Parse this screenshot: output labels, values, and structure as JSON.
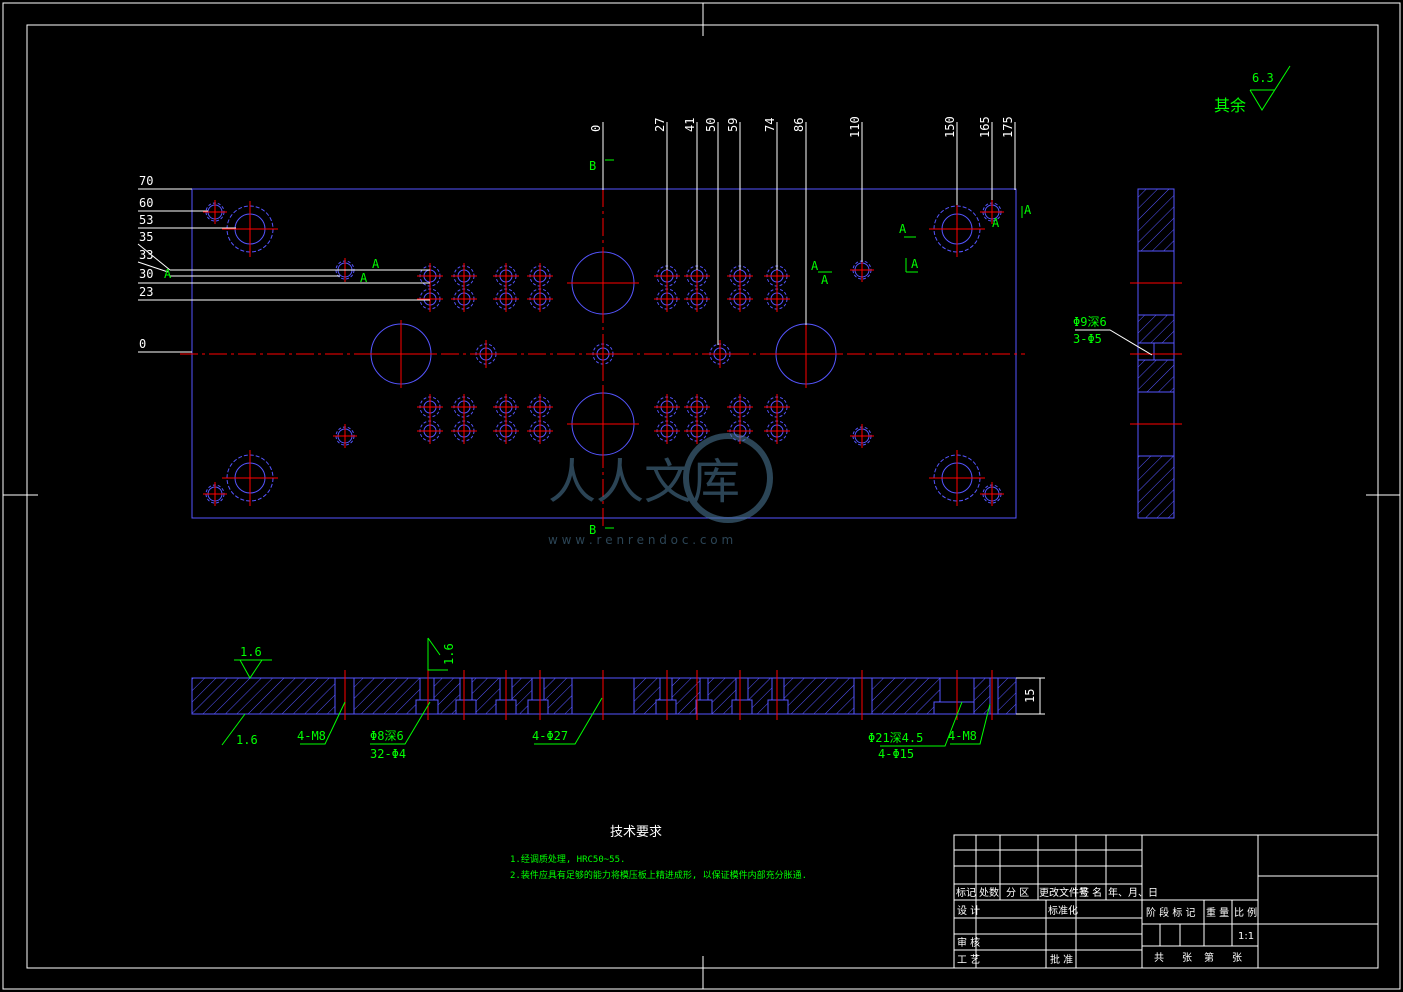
{
  "roughness": {
    "rest_label": "其余",
    "rest_value": "6.3",
    "top_value": "1.6",
    "bottom_value": "1.6",
    "counterbore_value": "1.6"
  },
  "dims_top": [
    "0",
    "27",
    "41",
    "50",
    "59",
    "74",
    "86",
    "110",
    "150",
    "165",
    "175"
  ],
  "dims_left": [
    "70",
    "60",
    "53",
    "35",
    "33",
    "30",
    "23",
    "0"
  ],
  "section_marks": {
    "b": "B",
    "a": "A"
  },
  "side_callout": {
    "line1": "Φ9深6",
    "line2": "3-Φ5"
  },
  "bottom_callouts": {
    "m8_left": "4-M8",
    "phi8": "Φ8深6",
    "phi4": "32-Φ4",
    "phi27": "4-Φ27",
    "phi21": "Φ21深4.5",
    "phi15": "4-Φ15",
    "m8_right": "4-M8",
    "thickness": "15"
  },
  "tech_req": {
    "title": "技术要求",
    "line1": "1.经调质处理, HRC50~55.",
    "line2": "2.装件应具有足够的能力将模压板上精进成形, 以保证模件内部充分胀通."
  },
  "title_block": {
    "mark": "标记",
    "count": "处数",
    "zone": "分 区",
    "doc_no": "更改文件号",
    "sign": "签 名",
    "date": "年、月、日",
    "design": "设 计",
    "standardize": "标准化",
    "stage_mark": "阶 段 标 记",
    "weight": "重 量",
    "scale": "比 例",
    "scale_value": "1:1",
    "review": "审 核",
    "process": "工 艺",
    "approve": "批 准",
    "total": "共",
    "sheets": "张",
    "no": "第",
    "sheet": "张"
  },
  "watermark": {
    "text": "人人文库",
    "url": "w w w . r e n r e n d o c . c o m"
  },
  "colors": {
    "outline": "#5555ff",
    "centerline": "#ff0000",
    "annotation": "#00ff00",
    "dimension": "#ffffff",
    "hatch": "#5555ff",
    "background": "#000000"
  }
}
